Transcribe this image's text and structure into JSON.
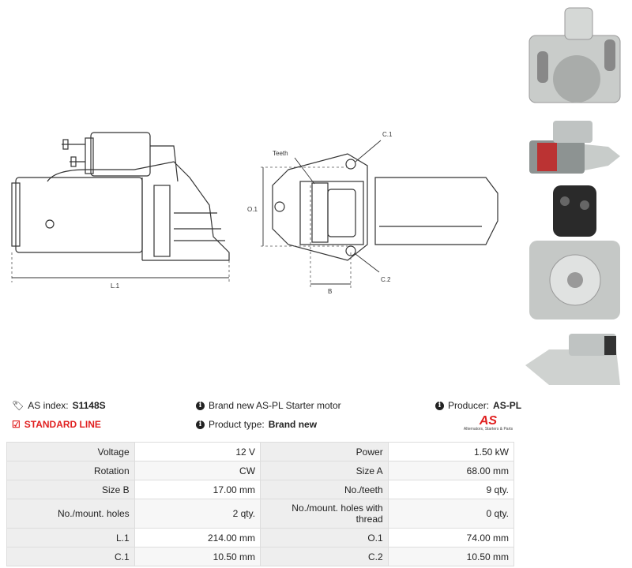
{
  "drawing": {
    "dim_labels": {
      "teeth": "Teeth",
      "c1": "C.1",
      "c2": "C.2",
      "o1": "O.1",
      "l1": "L.1",
      "b": "B"
    }
  },
  "info": {
    "as_index_label": "AS index:",
    "as_index_value": "S1148S",
    "standard_line": "STANDARD LINE",
    "description": "Brand new AS-PL Starter motor",
    "product_type_label": "Product type:",
    "product_type_value": "Brand new",
    "producer_label": "Producer:",
    "producer_value": "AS-PL",
    "logo_mark": "AS",
    "logo_tagline": "Alternators, Starters & Parts"
  },
  "specs": [
    {
      "l1": "Voltage",
      "v1": "12 V",
      "l2": "Power",
      "v2": "1.50 kW"
    },
    {
      "l1": "Rotation",
      "v1": "CW",
      "l2": "Size A",
      "v2": "68.00 mm"
    },
    {
      "l1": "Size B",
      "v1": "17.00 mm",
      "l2": "No./teeth",
      "v2": "9 qty."
    },
    {
      "l1": "No./mount. holes",
      "v1": "2 qty.",
      "l2": "No./mount. holes with thread",
      "v2": "0 qty."
    },
    {
      "l1": "L.1",
      "v1": "214.00 mm",
      "l2": "O.1",
      "v2": "74.00 mm"
    },
    {
      "l1": "C.1",
      "v1": "10.50 mm",
      "l2": "C.2",
      "v2": "10.50 mm"
    }
  ],
  "colors": {
    "accent_red": "#e02020"
  }
}
